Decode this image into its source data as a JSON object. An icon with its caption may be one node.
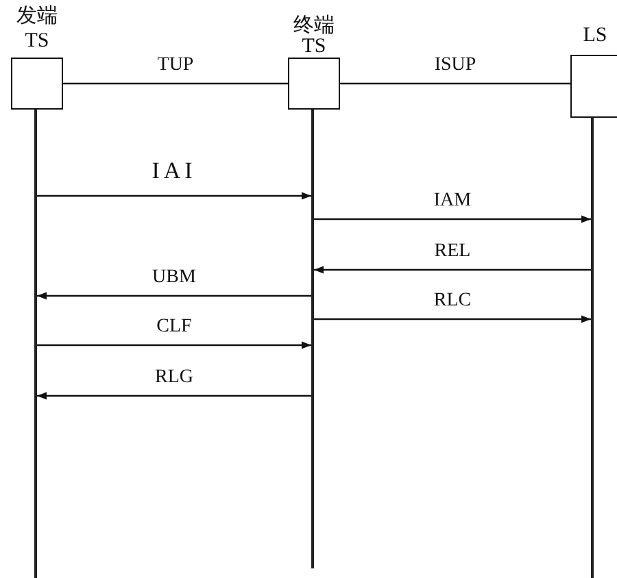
{
  "diagram": {
    "nodes": [
      {
        "text": [
          "发端",
          "TS"
        ]
      },
      {
        "text": [
          "终端",
          "TS"
        ]
      },
      {
        "text": [
          "LS"
        ]
      },
      {
        "text": [],
        "shape": "bar"
      },
      {
        "text": [],
        "shape": "bar"
      },
      {
        "text": [],
        "shape": "bar"
      }
    ],
    "edges": [
      {
        "from": 0,
        "to": 1,
        "arrow": "none",
        "label": "TUP"
      },
      {
        "from": 1,
        "to": 2,
        "arrow": "none",
        "label": "ISUP"
      },
      {
        "from": 3,
        "to": 4,
        "arrow": "to",
        "label": "IAI"
      },
      {
        "from": 4,
        "to": 5,
        "arrow": "to",
        "label": "IAM"
      },
      {
        "from": 5,
        "to": 4,
        "arrow": "to",
        "label": "REL"
      },
      {
        "from": 4,
        "to": 3,
        "arrow": "to",
        "label": "UBM"
      },
      {
        "from": 4,
        "to": 5,
        "arrow": "to",
        "label": "RLC"
      },
      {
        "from": 3,
        "to": 4,
        "arrow": "to",
        "label": "CLF"
      },
      {
        "from": 4,
        "to": 3,
        "arrow": "to",
        "label": "RLG"
      }
    ]
  }
}
